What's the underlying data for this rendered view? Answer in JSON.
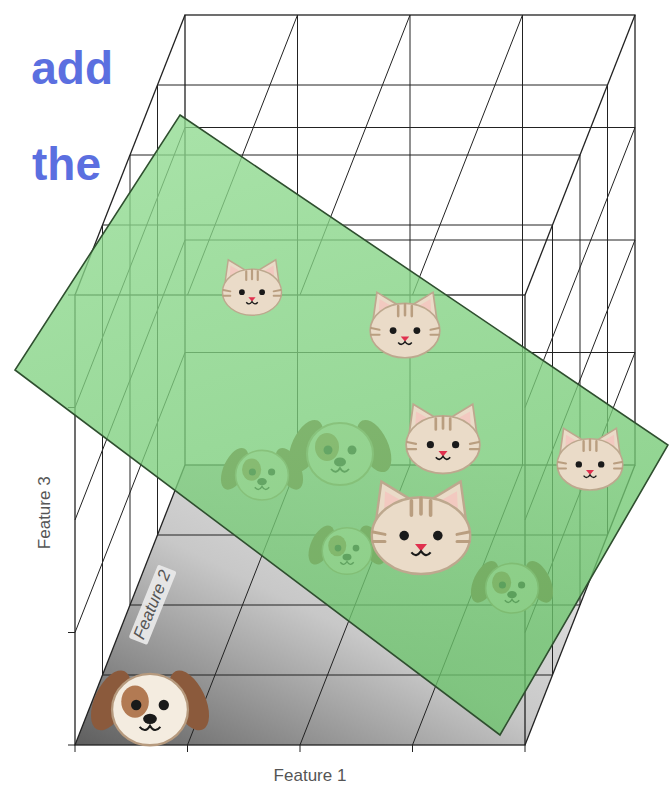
{
  "diagram": {
    "labels": [
      "add",
      "the",
      "Feature 3",
      "Feature 2",
      "Feature 1"
    ]
  }
}
